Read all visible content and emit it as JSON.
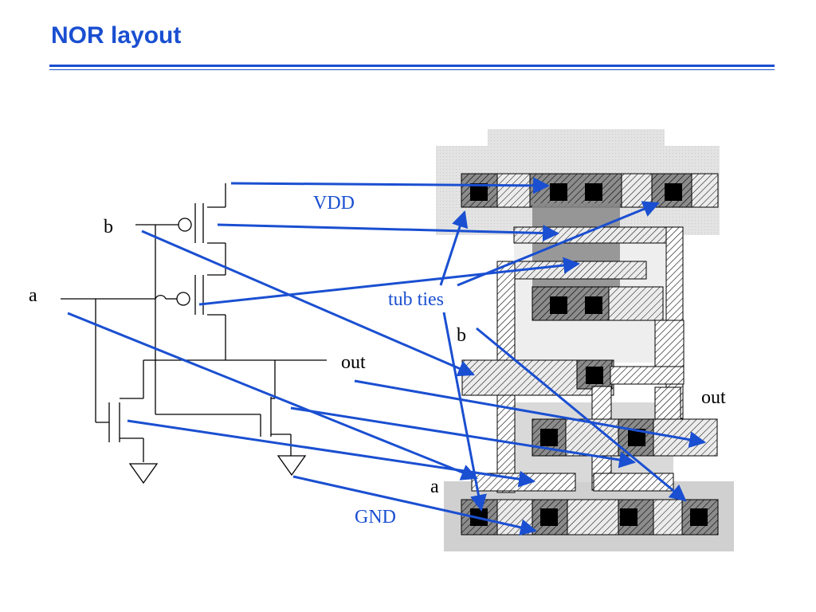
{
  "slide": {
    "title": "NOR layout"
  },
  "schematic_labels": {
    "input_b": "b",
    "input_a": "a",
    "output": "out"
  },
  "layout_labels": {
    "vdd": "VDD",
    "tub_ties": "tub ties",
    "gnd": "GND",
    "b": "b",
    "a": "a",
    "out": "out"
  },
  "colors": {
    "accent": "#1a4fd1",
    "well": "#e6e6e6",
    "metal": "#7a7a7a",
    "contact": "#000000"
  }
}
